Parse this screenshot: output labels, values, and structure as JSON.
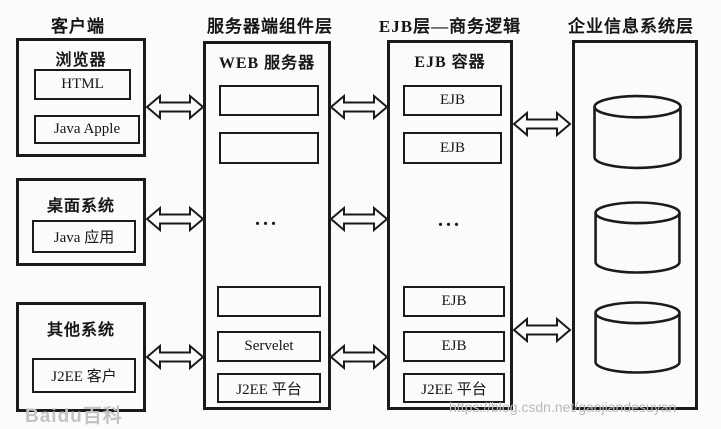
{
  "diagram": {
    "client": {
      "title": "客户端",
      "groups": [
        {
          "label": "浏览器",
          "items": [
            "HTML",
            "Java Apple"
          ]
        },
        {
          "label": "桌面系统",
          "items": [
            "Java 应用"
          ]
        },
        {
          "label": "其他系统",
          "items": [
            "J2EE 客户"
          ]
        }
      ]
    },
    "server": {
      "title": "服务器端组件层",
      "container": "WEB 服务器",
      "items": [
        "",
        "",
        "...",
        "",
        "Servelet",
        "J2EE 平台"
      ]
    },
    "ejb": {
      "title": "EJB层—商务逻辑",
      "container": "EJB 容器",
      "items": [
        "EJB",
        "EJB",
        "...",
        "EJB",
        "EJB",
        "J2EE 平台"
      ]
    },
    "eis": {
      "title": "企业信息系统层",
      "cylinder_count": 3
    }
  },
  "watermarks": {
    "baidu": "Baidu百科",
    "csdn": "https://blog.csdn.net/gaojiandesuyan"
  },
  "colors": {
    "line": "#1b1b1b",
    "background": "#fbfbfb",
    "watermark": "#bdbdbd"
  }
}
